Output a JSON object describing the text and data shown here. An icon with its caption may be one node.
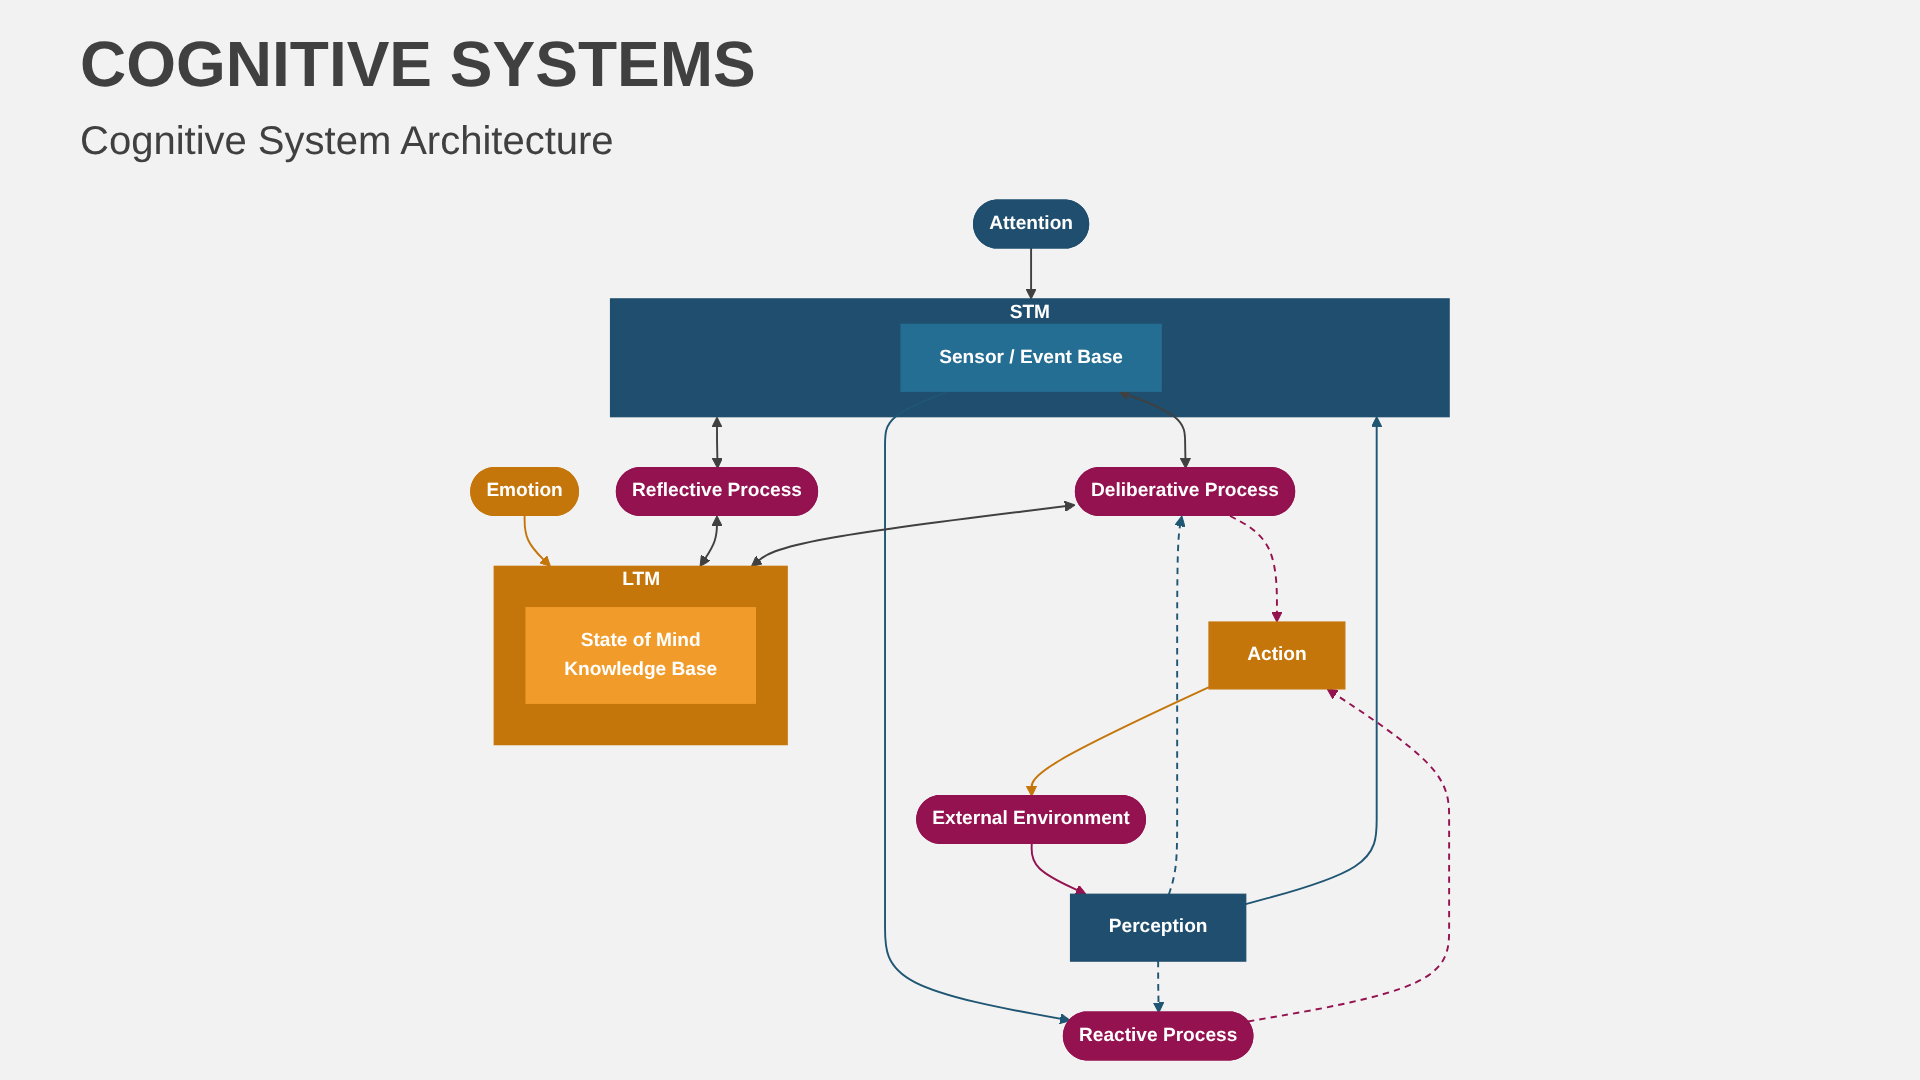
{
  "diagram": {
    "title": "COGNITIVE SYSTEMS",
    "caption": "Cognitive System Architecture",
    "nodes": [
      {
        "text": [
          "Attention"
        ]
      },
      {
        "text": [
          "Emotion"
        ]
      },
      {
        "text": [
          "STM"
        ]
      },
      {
        "text": [
          "Sensor / Event Base"
        ],
        "in": 2
      },
      {
        "text": [
          "Reflective Process"
        ]
      },
      {
        "text": [
          "Deliberative Process"
        ]
      },
      {
        "text": [
          "Reactive Process"
        ]
      },
      {
        "text": [
          "LTM"
        ]
      },
      {
        "text": [
          "State of Mind",
          "Knowledge Base"
        ],
        "in": 7
      },
      {
        "text": [
          "Perception"
        ]
      },
      {
        "text": [
          "Action"
        ]
      },
      {
        "text": [
          "External Environment"
        ]
      }
    ],
    "edges": [
      {
        "from": 0,
        "to": 2,
        "arrow": "to"
      },
      {
        "from": 1,
        "to": 7,
        "arrow": "to",
        "color": "#c5760b"
      },
      {
        "from": 2,
        "to": 4,
        "arrow": "both"
      },
      {
        "from": 4,
        "to": 7,
        "arrow": "both"
      },
      {
        "from": 3,
        "to": 5,
        "arrow": "both"
      },
      {
        "from": 5,
        "to": 7,
        "arrow": "both"
      },
      {
        "from": 9,
        "to": 5,
        "arrow": "to",
        "style": "dashed",
        "color": "#1f5673"
      },
      {
        "from": 3,
        "to": 6,
        "arrow": "to",
        "color": "#1f5673"
      },
      {
        "from": 9,
        "to": 6,
        "arrow": "to",
        "style": "dashed",
        "color": "#1f5673"
      },
      {
        "from": 5,
        "to": 10,
        "arrow": "to",
        "style": "dashed",
        "color": "#93124f"
      },
      {
        "from": 6,
        "to": 10,
        "arrow": "to",
        "style": "dashed",
        "color": "#93124f"
      },
      {
        "from": 9,
        "to": 2,
        "arrow": "to",
        "color": "#1f5673"
      },
      {
        "from": 10,
        "to": 11,
        "arrow": "to",
        "color": "#c5760b"
      },
      {
        "from": 11,
        "to": 9,
        "arrow": "to",
        "color": "#93124f"
      }
    ]
  }
}
